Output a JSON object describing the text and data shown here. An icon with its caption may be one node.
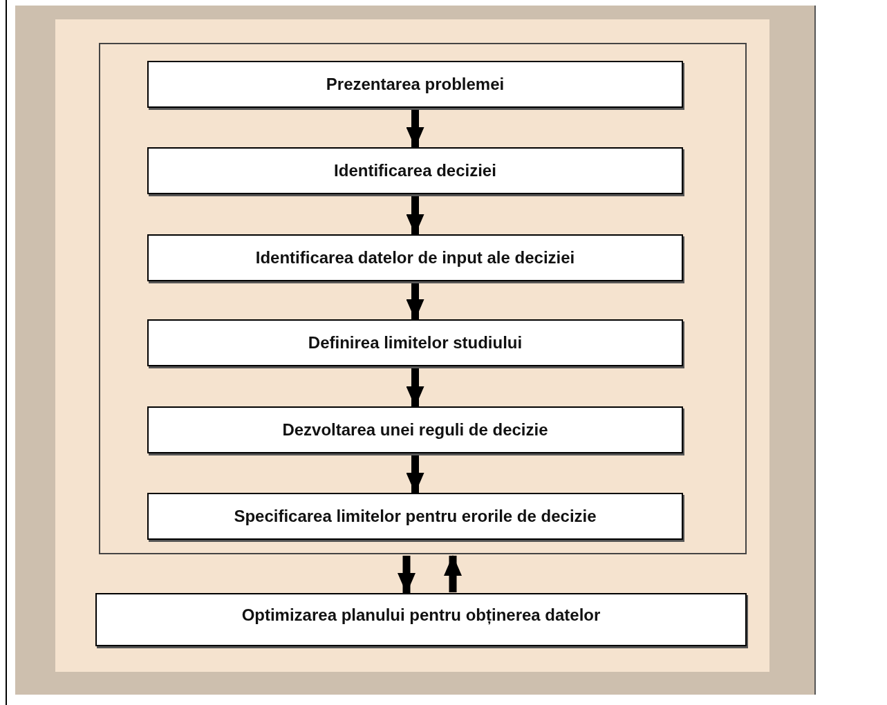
{
  "diagram": {
    "nodes": [
      {
        "text": [],
        "shape": "box"
      },
      {
        "text": [
          "Prezentarea problemei"
        ],
        "in": 0
      },
      {
        "text": [
          "Identificarea deciziei"
        ],
        "in": 0
      },
      {
        "text": [
          "Identificarea datelor de input ale deciziei"
        ],
        "in": 0
      },
      {
        "text": [
          "Definirea limitelor studiului"
        ],
        "in": 0
      },
      {
        "text": [
          "Dezvoltarea unei reguli de decizie"
        ],
        "in": 0
      },
      {
        "text": [
          "Specificarea limitelor pentru erorile de decizie"
        ],
        "in": 0
      },
      {
        "text": [
          "Optimizarea planului pentru obținerea datelor"
        ]
      }
    ],
    "edges": [
      {
        "from": 1,
        "to": 2,
        "arrow": "to"
      },
      {
        "from": 2,
        "to": 3,
        "arrow": "to"
      },
      {
        "from": 3,
        "to": 4,
        "arrow": "to"
      },
      {
        "from": 4,
        "to": 5,
        "arrow": "to"
      },
      {
        "from": 5,
        "to": 6,
        "arrow": "to"
      },
      {
        "from": 0,
        "to": 7,
        "arrow": "to"
      },
      {
        "from": 7,
        "to": 0,
        "arrow": "to"
      }
    ]
  }
}
